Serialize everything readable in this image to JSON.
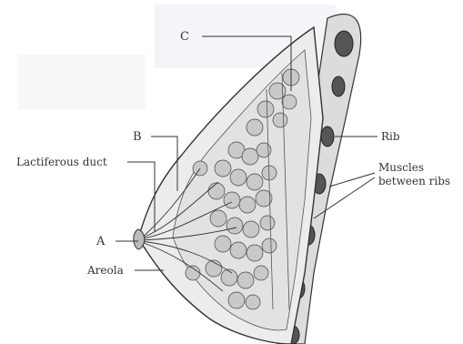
{
  "labels": {
    "a": "A",
    "b": "B",
    "c": "C",
    "lactiferous_duct": "Lactiferous duct",
    "areola": "Areola",
    "rib": "Rib",
    "muscles_line1": "Muscles",
    "muscles_line2": "between ribs"
  },
  "colors": {
    "ink": "#333333",
    "tissue": "#d9d9d9",
    "lobule": "#bdbdbd",
    "rib": "#555555",
    "background_wash": "#f3f5f8"
  }
}
